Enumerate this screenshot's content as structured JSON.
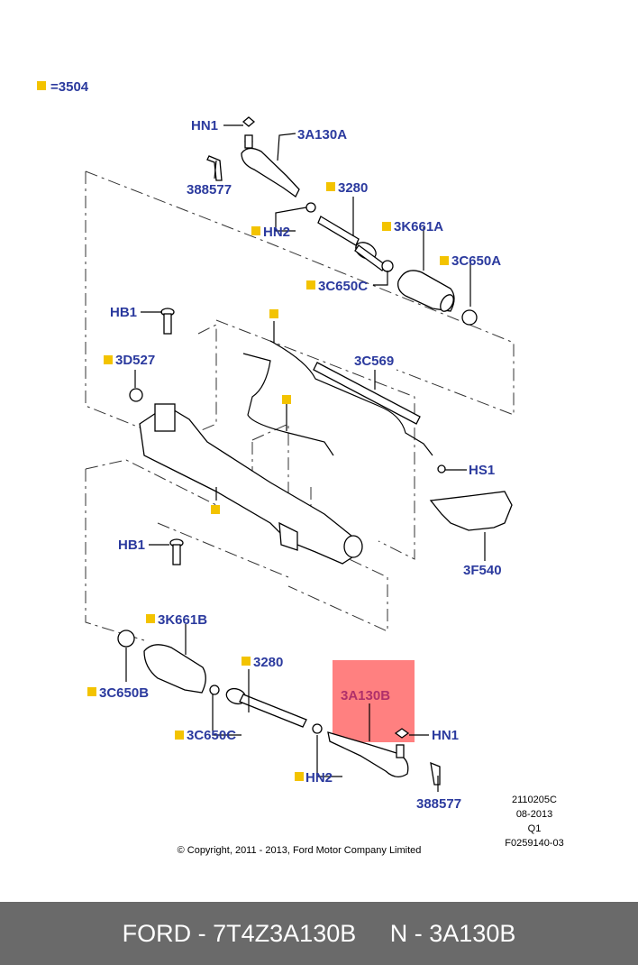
{
  "legend": {
    "eq": "=3504"
  },
  "labels": {
    "hn1_top": "HN1",
    "a130a": "3A130A",
    "n388577_top": "388577",
    "n3280_top": "3280",
    "hn2_top": "HN2",
    "k661a": "3K661A",
    "c650a": "3C650A",
    "c650c_top": "3C650C",
    "hb1_top": "HB1",
    "d527": "3D527",
    "c569": "3C569",
    "hs1": "HS1",
    "hb1_mid": "HB1",
    "f540": "3F540",
    "k661b": "3K661B",
    "c650b": "3C650B",
    "n3280_bot": "3280",
    "c650c_bot": "3C650C",
    "a130b": "3A130B",
    "hn1_bot": "HN1",
    "hn2_bot": "HN2",
    "n388577_bot": "388577"
  },
  "meta": {
    "line1": "2110205C",
    "line2": "08-2013",
    "line3": "Q1",
    "line4": "F0259140-03"
  },
  "copyright": "© Copyright, 2011 - 2013, Ford Motor Company Limited",
  "footer": {
    "left": "FORD - 7T4Z3A130B",
    "right": "N - 3A130B"
  },
  "colors": {
    "label": "#2b3a9e",
    "highlight_fill": "#ff8080",
    "highlight_label": "#b0306a",
    "marker": "#f3c300",
    "footer_bg": "#6a6a6a"
  }
}
